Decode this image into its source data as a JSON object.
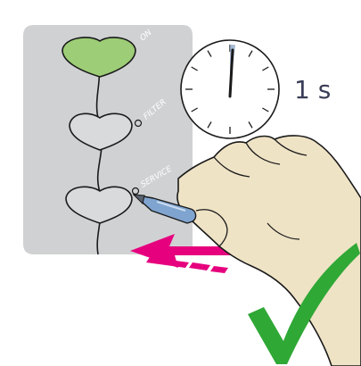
{
  "panel": {
    "buttons": [
      {
        "label": "ON",
        "state": "active",
        "color": "#9dcd76"
      },
      {
        "label": "FILTER",
        "state": "inactive",
        "color": "#d9dadb"
      },
      {
        "label": "SERVICE",
        "state": "pressed",
        "color": "#d9dadb"
      }
    ],
    "background_color": "#d0d1d3"
  },
  "timer": {
    "duration_label": "1 s",
    "icon": "stopwatch-icon"
  },
  "action": {
    "arrow_icon": "push-arrow-icon",
    "arrow_color": "#e6007e",
    "tool_icon": "pen-icon",
    "hand_icon": "hand-icon"
  },
  "result": {
    "icon": "checkmark-icon",
    "color": "#2fa836"
  }
}
